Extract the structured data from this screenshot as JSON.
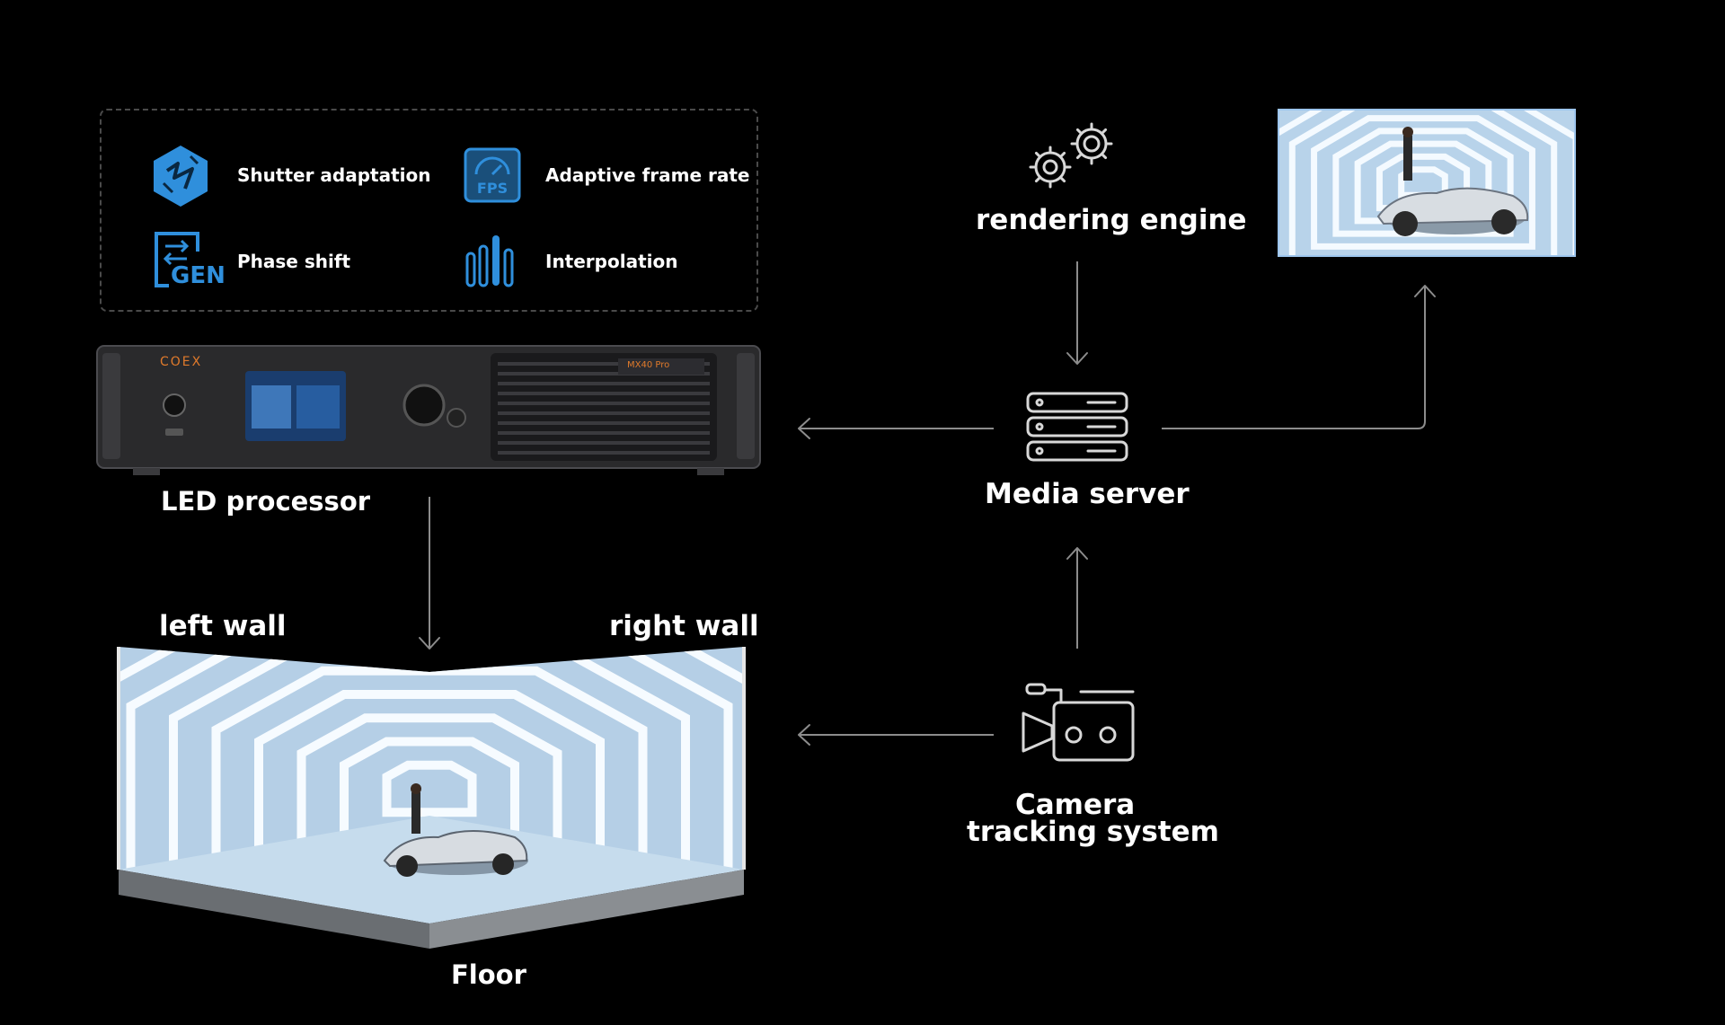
{
  "features": [
    {
      "label": "Shutter adaptation",
      "icon": "shutter-icon"
    },
    {
      "label": "Adaptive frame rate",
      "icon": "fps-icon",
      "icon_text": "FPS"
    },
    {
      "label": "Phase shift",
      "icon": "gen-icon",
      "icon_text": "GEN"
    },
    {
      "label": "Interpolation",
      "icon": "interpolation-icon"
    }
  ],
  "processor": {
    "brand": "COEX",
    "model": "MX40 Pro",
    "label": "LED processor"
  },
  "nodes": {
    "rendering_engine": "rendering engine",
    "media_server": "Media server",
    "camera_line1": "Camera",
    "camera_line2": "tracking system"
  },
  "stage": {
    "left_wall": "left wall",
    "right_wall": "right wall",
    "floor": "Floor"
  },
  "colors": {
    "background": "#000000",
    "accent_blue": "#2f8fdc",
    "line_gray": "#8c8c8c",
    "processor_brand": "#e07a2b"
  }
}
